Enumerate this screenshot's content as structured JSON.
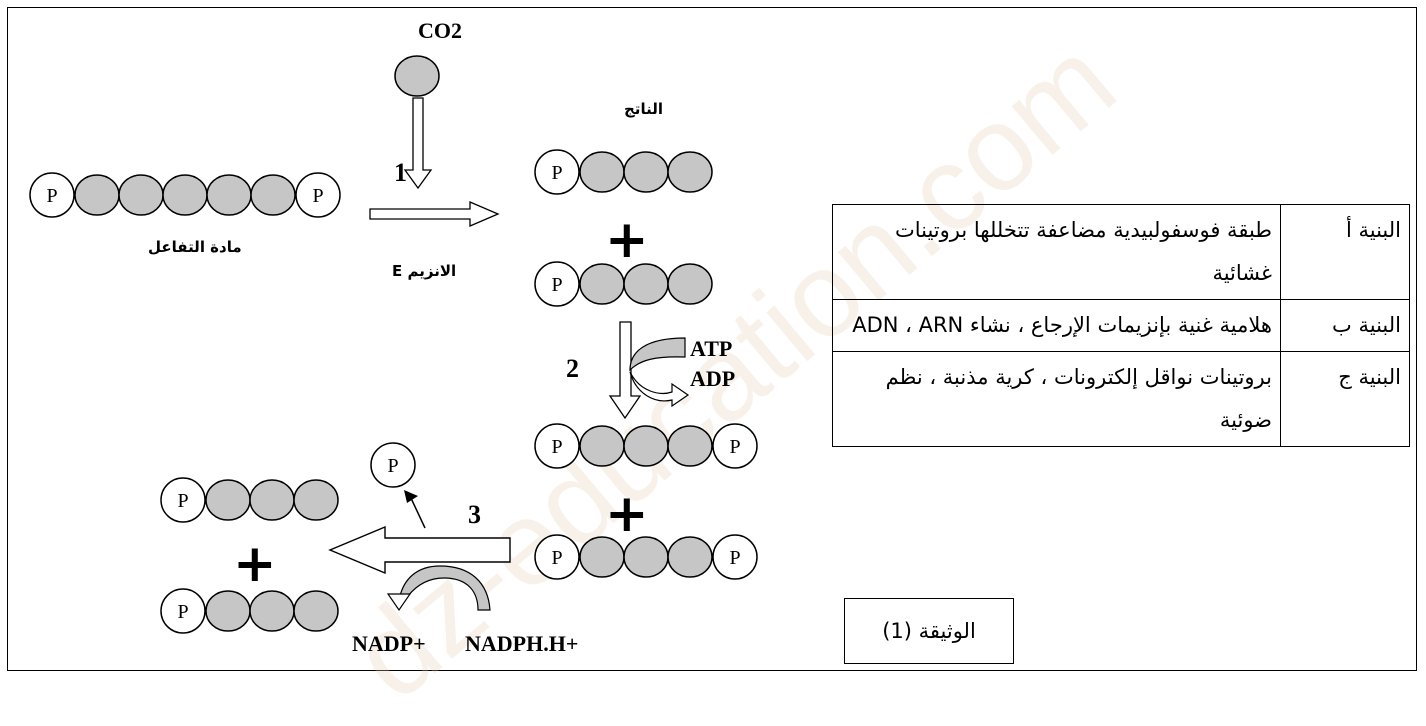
{
  "diagram": {
    "co2_label": "CO2",
    "substrate_label": "مادة التفاعل",
    "enzyme_label": "الانزيم E",
    "product_label": "الناتج",
    "step1": "1",
    "step2": "2",
    "step3": "3",
    "atp_label": "ATP",
    "adp_label": "ADP",
    "nadp_label": "NADP+",
    "nadph_label": "NADPH.H+",
    "phosphate_letter": "P",
    "plus_sign": "+"
  },
  "table": {
    "rows": [
      {
        "name": "البنية أ",
        "content": "طبقة فوسفولبيدية مضاعفة تتخللها بروتينات غشائية"
      },
      {
        "name": "البنية ب",
        "content": "هلامية غنية بإنزيمات الإرجاع ، نشاء ADN ، ARN"
      },
      {
        "name": "البنية ج",
        "content": "بروتينات نواقل إلكترونات ، كرية مذنبة ، نظم ضوئية"
      }
    ]
  },
  "document_label": "الوثيقة (1)",
  "watermark": "dz-education.com",
  "colors": {
    "molecule_fill": "#c6c6c6",
    "arrow_fill": "#c6c6c6",
    "line": "#000000"
  }
}
